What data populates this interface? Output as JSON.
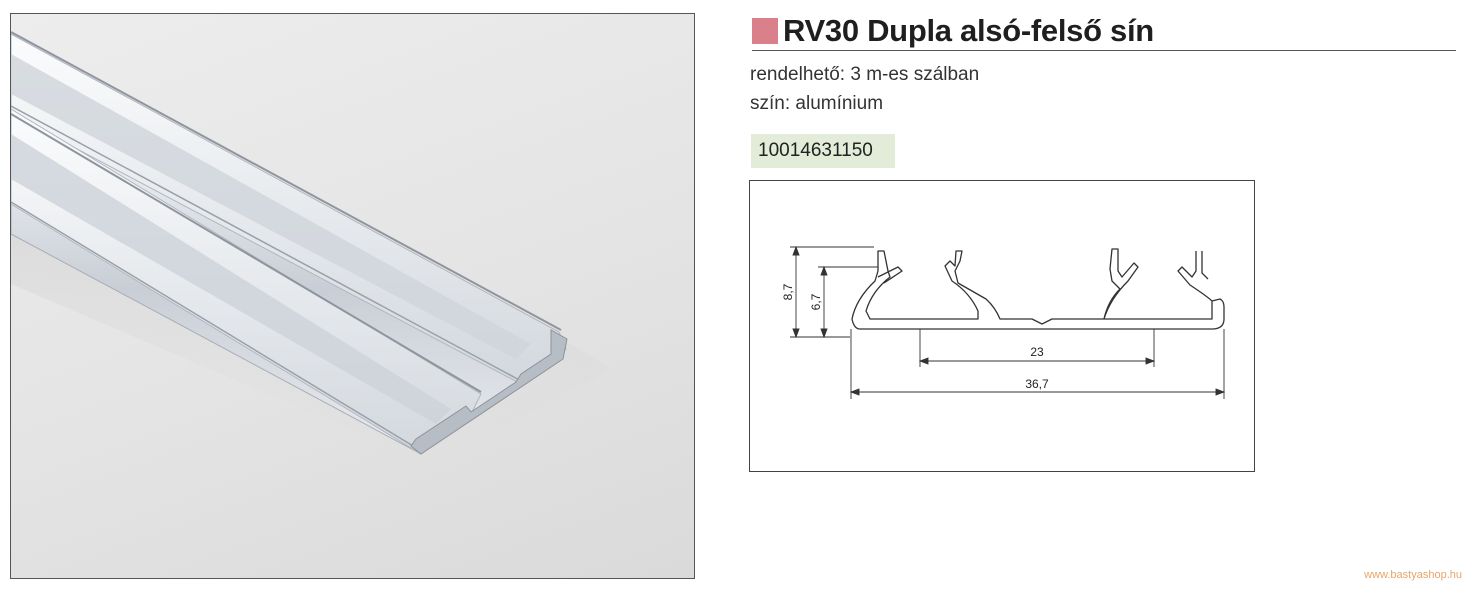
{
  "product": {
    "title": "RV30 Dupla alsó-felső sín",
    "accent_color": "#d9808a",
    "specs": [
      "rendelhető: 3 m-es szálban",
      "szín: alumínium"
    ],
    "code": "10014631150",
    "code_badge_color": "#e3ecd9"
  },
  "drawing": {
    "dimensions": {
      "height_total": "8,7",
      "height_inner": "6,7",
      "inner_width": "23",
      "total_width": "36,7"
    }
  },
  "photo": {
    "subject_icon": "aluminium-rail-photo"
  },
  "footer": {
    "website": "www.bastyashop.hu",
    "color": "#e8a46a"
  }
}
